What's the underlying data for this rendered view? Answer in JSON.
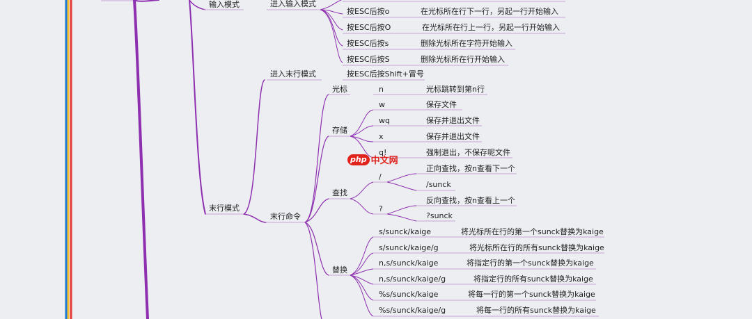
{
  "colors": {
    "background": "#eceef1",
    "branch": "#8e2fb0",
    "underline": "#c9a4d6",
    "stripe_red": "#e53935",
    "stripe_yellow": "#f6c236",
    "stripe_blue": "#1f78d1",
    "watermark": "#e0241d"
  },
  "nodes": {
    "input_mode": "输入模式",
    "enter_input_mode": "进入输入模式",
    "esc_o": "按ESC后按o",
    "esc_o_desc": "在光标所在行下一行，另起一行开始输入",
    "esc_O": "按ESC后按O",
    "esc_O_desc": "在光标所在行上一行，另起一行开始输入",
    "esc_s": "按ESC后按s",
    "esc_s_desc": "删除光标所在字符开始输入",
    "esc_S": "按ESC后按S",
    "esc_S_desc": "删除光标所在行开始输入",
    "enter_last_line_mode": "进入末行模式",
    "esc_shift_colon": "按ESC后按Shift+冒号",
    "last_line_mode": "末行模式",
    "last_line_cmd": "末行命令",
    "cursor": "光标",
    "cursor_n": "n",
    "cursor_n_desc": "光标跳转到第n行",
    "save": "存储",
    "save_w": "w",
    "save_w_desc": "保存文件",
    "save_wq": "wq",
    "save_wq_desc": "保存并退出文件",
    "save_x": "x",
    "save_x_desc": "保存并退出文件",
    "save_q": "q!",
    "save_q_desc": "强制退出，不保存呢文件",
    "find": "查找",
    "find_slash": "/",
    "find_slash_desc": "正向查找，按n查看下一个",
    "find_slash_eg": "/sunck",
    "find_q": "?",
    "find_q_desc": "反向查找，按n查看上一个",
    "find_q_eg": "?sunck",
    "replace": "替换",
    "rep1": "s/sunck/kaige",
    "rep1_desc": "将光标所在行的第一个sunck替换为kaige",
    "rep2": "s/sunck/kaige/g",
    "rep2_desc": "将光标所在行的所有sunck替换为kaige",
    "rep3": "n,s/sunck/kaige",
    "rep3_desc": "将指定行的第一个sunck替换为kaige",
    "rep4": "n,s/sunck/kaige/g",
    "rep4_desc": "将指定行的所有sunck替换为kaige",
    "rep5": "%s/sunck/kaige",
    "rep5_desc": "将每一行的第一个sunck替换为kaige",
    "rep6": "%s/sunck/kaige/g",
    "rep6_desc": "将每一行的所有sunck替换为kaige"
  },
  "watermark": {
    "badge": "php",
    "text": "中文网"
  }
}
